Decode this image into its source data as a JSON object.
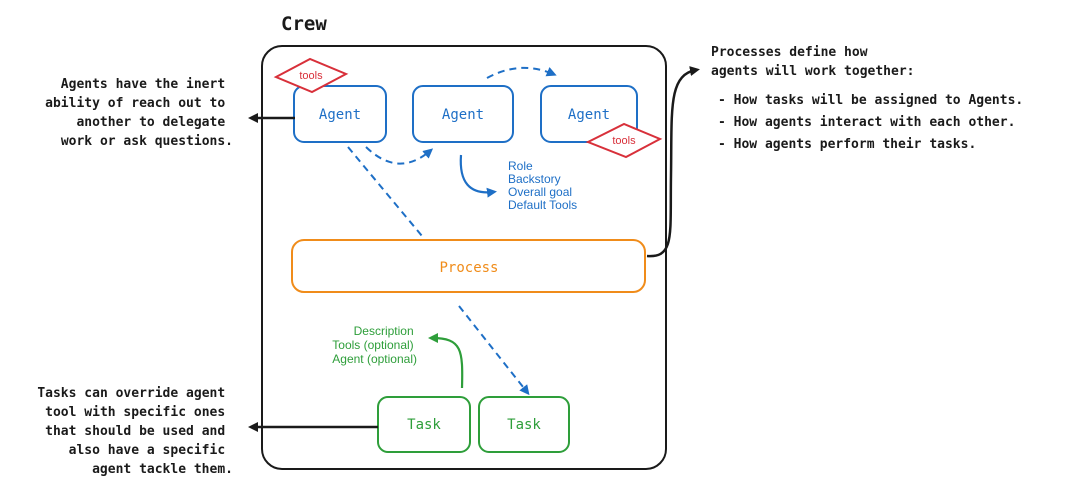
{
  "crew": {
    "title": "Crew"
  },
  "agents": [
    {
      "label": "Agent"
    },
    {
      "label": "Agent"
    },
    {
      "label": "Agent"
    }
  ],
  "tools_tags": [
    {
      "label": "tools"
    },
    {
      "label": "tools"
    }
  ],
  "agent_attributes": [
    "Role",
    "Backstory",
    "Overall goal",
    "Default Tools"
  ],
  "process": {
    "label": "Process"
  },
  "task_attributes": [
    "Description",
    "Tools (optional)",
    "Agent (optional)"
  ],
  "tasks": [
    {
      "label": "Task"
    },
    {
      "label": "Task"
    }
  ],
  "notes": {
    "agents_delegation": [
      "Agents have the inert",
      "ability of reach out to",
      "another to delegate",
      "work or ask questions."
    ],
    "tasks_override": [
      "Tasks can override agent",
      "tool with specific ones",
      "that should be used and",
      "also have a specific",
      "agent tackle them."
    ],
    "processes_heading": [
      "Processes define how",
      "agents will work together:"
    ],
    "processes_bullets": [
      "- How tasks will be assigned to Agents.",
      "- How agents interact with each other.",
      "- How agents perform their tasks."
    ]
  },
  "colors": {
    "agent_blue": "#1e6fc6",
    "tools_red": "#d8303a",
    "process_orange": "#f08c1a",
    "task_green": "#2e9e3a",
    "ink": "#1a1a1a"
  }
}
